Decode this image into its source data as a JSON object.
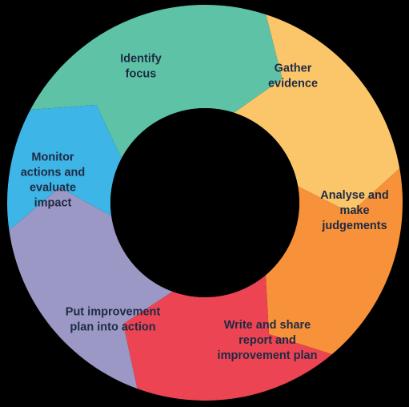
{
  "diagram": {
    "type": "cycle",
    "center_color": "#000000",
    "steps": [
      {
        "id": "identify-focus",
        "lines": [
          "Identify",
          "focus"
        ],
        "color": "#5ec3a6"
      },
      {
        "id": "gather-evidence",
        "lines": [
          "Gather",
          "evidence"
        ],
        "color": "#fbc66a"
      },
      {
        "id": "analyse-judgements",
        "lines": [
          "Analyse and",
          "make",
          "judgements"
        ],
        "color": "#f7913a"
      },
      {
        "id": "write-share-report",
        "lines": [
          "Write and share",
          "report and",
          "improvement plan"
        ],
        "color": "#ec4452"
      },
      {
        "id": "put-plan-into-action",
        "lines": [
          "Put improvement",
          "plan into action"
        ],
        "color": "#9b98c6"
      },
      {
        "id": "monitor-evaluate",
        "lines": [
          "Monitor",
          "actions and",
          "evaluate",
          "impact"
        ],
        "color": "#3db5e6"
      }
    ]
  }
}
